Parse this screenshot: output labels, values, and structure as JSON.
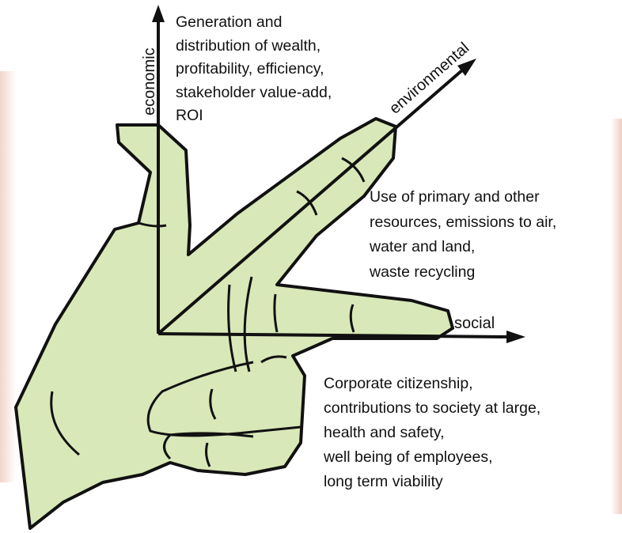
{
  "axes": {
    "economic": "economic",
    "environmental": "environmental",
    "social": "social"
  },
  "economic_text": [
    "Generation and",
    "distribution of wealth,",
    "profitability, efficiency,",
    "stakeholder value-add,",
    "ROI"
  ],
  "environmental_text": [
    "Use of primary and other",
    "resources, emissions to air,",
    "water and land,",
    "waste recycling"
  ],
  "social_text": [
    "Corporate citizenship,",
    "contributions to society at large,",
    "health and safety,",
    "well being of employees,",
    "long term viability"
  ],
  "colors": {
    "hand_fill": "#d8e8b8",
    "outline": "#111111",
    "background": "#ffffff",
    "edge_blur": "#e9b6a8"
  }
}
